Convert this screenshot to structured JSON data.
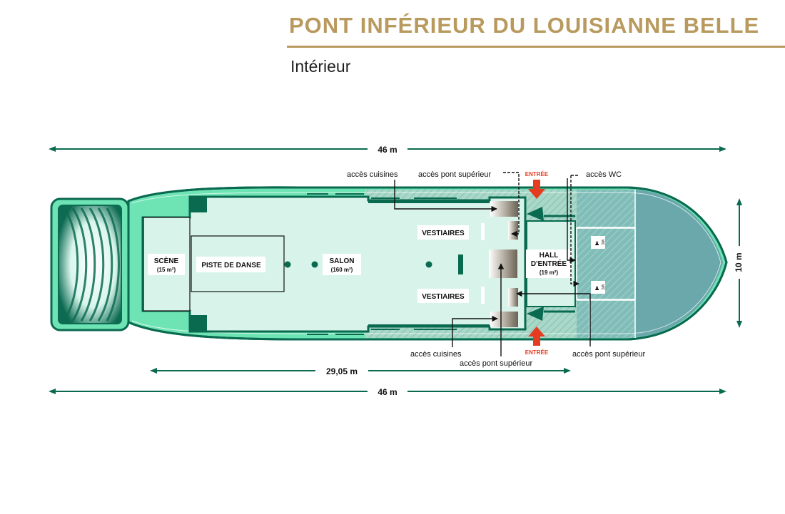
{
  "header": {
    "title": "PONT INFÉRIEUR DU LOUISIANNE BELLE",
    "subtitle": "Intérieur"
  },
  "dimensions": {
    "top_length": "46 m",
    "bottom_length": "46 m",
    "salon_length": "29,05 m",
    "width": "10 m"
  },
  "rooms": {
    "stage_label": "SCÈNE",
    "stage_area": "(15 m²)",
    "dance_floor": "PISTE DE DANSE",
    "salon_label": "SALON",
    "salon_area": "(160 m²)",
    "cloakroom_top": "VESTIAIRES",
    "cloakroom_bottom": "VESTIAIRES",
    "hall_line1": "HALL",
    "hall_line2": "D'ENTRÉE",
    "hall_area": "(19 m²)",
    "wc_top": "WC",
    "wc_bottom": "WC"
  },
  "annotations": {
    "kitchen_top": "accès cuisines",
    "upper_deck_top": "accès pont supérieur",
    "entrance_top": "ENTRÉE",
    "wc_access": "accès WC",
    "kitchen_bottom": "accès cuisines",
    "upper_deck_bottom_mid": "accès pont supérieur",
    "entrance_bottom": "ENTRÉE",
    "upper_deck_bottom_right": "accès pont supérieur"
  },
  "colors": {
    "gold": "#b99a5e",
    "dark_green": "#0a6a50",
    "light_green": "#d8f4ea",
    "mint": "#6ee3b4",
    "teal": "#6fb3b0",
    "entrance_red": "#e53b20"
  }
}
